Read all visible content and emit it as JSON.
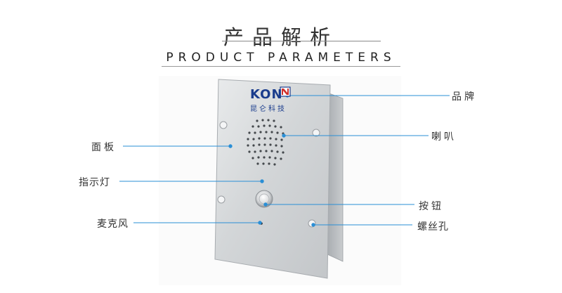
{
  "header": {
    "title_cn": "产品解析",
    "title_en": "PRODUCT PARAMETERS"
  },
  "product": {
    "logo_text": "KON",
    "logo_sub": "昆仑科技"
  },
  "callouts": {
    "brand": "品牌",
    "speaker": "喇叭",
    "panel": "面板",
    "indicator": "指示灯",
    "button": "按钮",
    "microphone": "麦克风",
    "screw_hole": "螺丝孔"
  },
  "colors": {
    "callout_line": "#2a8fd6",
    "logo": "#1a3c8c"
  }
}
